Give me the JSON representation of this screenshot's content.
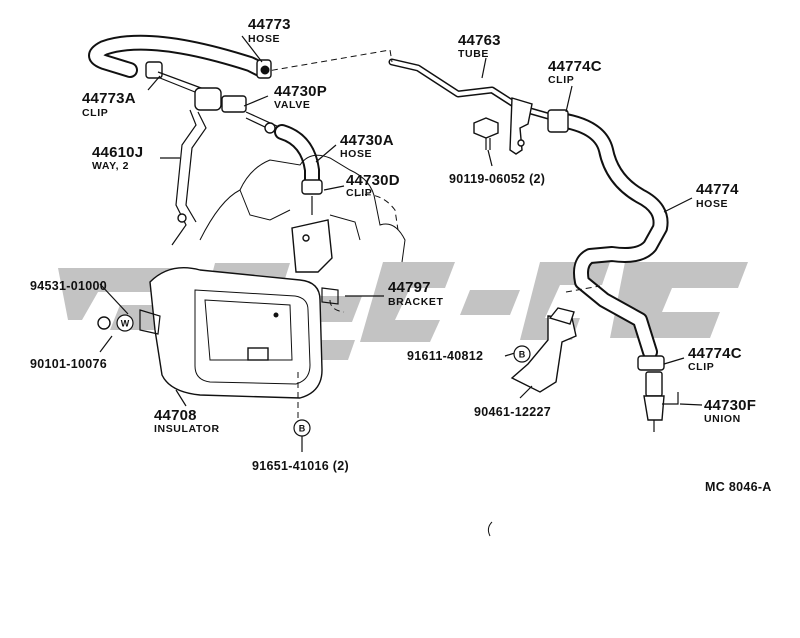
{
  "diagram_id": "MC 8046-A",
  "parts": [
    {
      "id": "44773",
      "name": "HOSE"
    },
    {
      "id": "44773A",
      "name": "CLIP"
    },
    {
      "id": "44730P",
      "name": "VALVE"
    },
    {
      "id": "44610J",
      "name": "WAY, 2"
    },
    {
      "id": "44730A",
      "name": "HOSE"
    },
    {
      "id": "44730D",
      "name": "CLIP"
    },
    {
      "id": "44763",
      "name": "TUBE"
    },
    {
      "id": "44774C",
      "name": "CLIP"
    },
    {
      "id": "90119-06052 (2)",
      "name": ""
    },
    {
      "id": "44774",
      "name": "HOSE"
    },
    {
      "id": "44797",
      "name": "BRACKET"
    },
    {
      "id": "94531-01000",
      "name": ""
    },
    {
      "id": "90101-10076",
      "name": ""
    },
    {
      "id": "91611-40812",
      "name": ""
    },
    {
      "id": "90461-12227",
      "name": ""
    },
    {
      "id": "44774C",
      "name": "CLIP"
    },
    {
      "id": "44730F",
      "name": "UNION"
    },
    {
      "id": "44708",
      "name": "INSULATOR"
    },
    {
      "id": "91651-41016 (2)",
      "name": ""
    }
  ],
  "badges": {
    "w": "W",
    "b": "B"
  },
  "colors": {
    "ink": "#111111",
    "watermark": "#b9b9b9",
    "paper": "#ffffff"
  }
}
